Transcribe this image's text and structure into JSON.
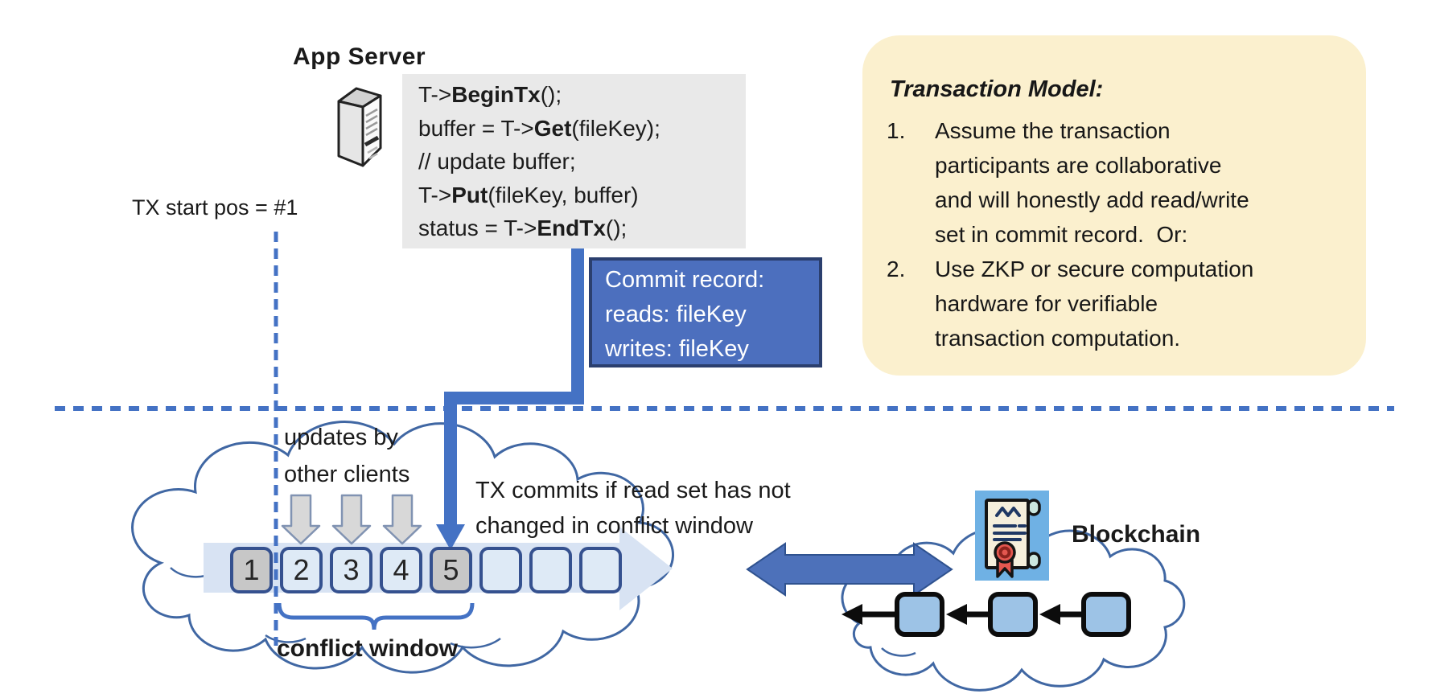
{
  "app_server": {
    "label": "App Server"
  },
  "icons": {
    "server": "server-tower-icon",
    "certificate": "certificate-scroll-icon"
  },
  "code_block": {
    "lines": [
      {
        "pre": "T->",
        "bold": "BeginTx",
        "post": "();"
      },
      {
        "pre": "buffer = T->",
        "bold": "Get",
        "post": "(fileKey);"
      },
      {
        "pre": "// update buffer;",
        "bold": "",
        "post": ""
      },
      {
        "pre": "T->",
        "bold": "Put",
        "post": "(fileKey, buffer)"
      },
      {
        "pre": "status = T->",
        "bold": "EndTx",
        "post": "();"
      }
    ]
  },
  "commit_record": {
    "lines": [
      "Commit record:",
      "reads: fileKey",
      "writes: fileKey"
    ]
  },
  "transaction_model": {
    "title": "Transaction Model:",
    "items": [
      {
        "num": "1.",
        "text": "Assume the transaction\nparticipants are collaborative\nand will honestly add read/write\nset in commit record.  Or:"
      },
      {
        "num": "2.",
        "text": "Use ZKP or secure computation\nhardware for verifiable\ntransaction computation."
      }
    ]
  },
  "annotations": {
    "tx_start": "TX start pos = #1",
    "updates": "updates by\nother clients",
    "tx_commits": "TX commits if read set has not\nchanged in conflict window",
    "conflict_window": "conflict window"
  },
  "timeline": {
    "blocks": [
      {
        "label": "1",
        "variant": "committed"
      },
      {
        "label": "2",
        "variant": "pending"
      },
      {
        "label": "3",
        "variant": "pending"
      },
      {
        "label": "4",
        "variant": "pending"
      },
      {
        "label": "5",
        "variant": "committed"
      },
      {
        "label": "",
        "variant": "pending"
      },
      {
        "label": "",
        "variant": "pending"
      },
      {
        "label": "",
        "variant": "pending"
      }
    ]
  },
  "blockchain": {
    "label": "Blockchain"
  },
  "colors": {
    "accent_blue": "#4472C4",
    "dark_blue_border": "#2F528F",
    "commit_box_fill": "#4C6FBE",
    "yellow_note": "#FBF0CE",
    "code_box_gray": "#E9E9E9",
    "timeline_block_light": "#DEEAF6",
    "timeline_block_gray": "#C7C7C7",
    "timeline_block_border": "#35518F",
    "band_blue": "#D8E3F3",
    "cloud_stroke": "#4067A3",
    "chain_block_fill": "#9DC3E6",
    "icon_bg": "#6FB1E4",
    "icon_navy": "#1F3864",
    "icon_red": "#E3574F"
  }
}
